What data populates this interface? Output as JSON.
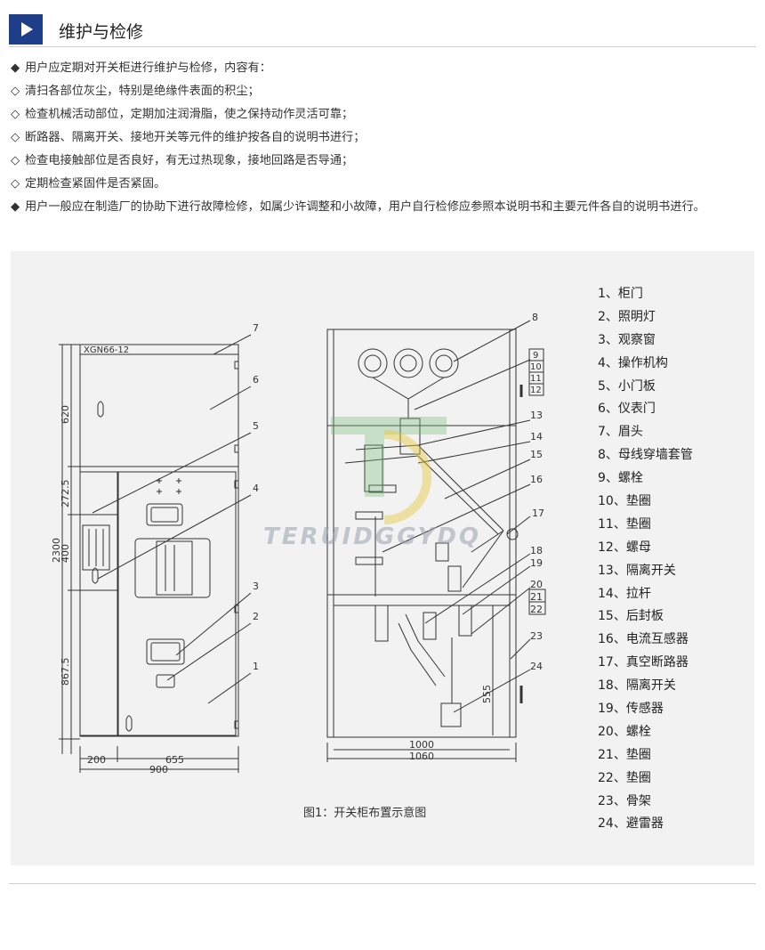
{
  "header": {
    "title": "维护与检修",
    "accent_color": "#1f3e8a",
    "icon": "play-icon"
  },
  "notes": [
    {
      "bullet": "◆",
      "text": "用户应定期对开关柜进行维护与检修，内容有："
    },
    {
      "bullet": "◇",
      "text": "清扫各部位灰尘，特别是绝缘件表面的积尘；"
    },
    {
      "bullet": "◇",
      "text": "检查机械活动部位，定期加注润滑脂，使之保持动作灵活可靠；"
    },
    {
      "bullet": "◇",
      "text": "断路器、隔离开关、接地开关等元件的维护按各自的说明书进行；"
    },
    {
      "bullet": "◇",
      "text": "检查电接触部位是否良好，有无过热现象，接地回路是否导通；"
    },
    {
      "bullet": "◇",
      "text": "定期检查紧固件是否紧固。"
    },
    {
      "bullet": "◆",
      "text": "用户一般应在制造厂的协助下进行故障检修，如属少许调整和小故障，用户自行检修应参照本说明书和主要元件各自的说明书进行。"
    }
  ],
  "figure": {
    "caption": "图1：开关柜布置示意图",
    "watermark": "TERUIDGGYDQ",
    "front_view": {
      "model_label": "XGN66-12",
      "dimensions": [
        "620",
        "272.5",
        "400",
        "867.5",
        "2300",
        "200",
        "655",
        "900"
      ],
      "callouts": [
        "7",
        "6",
        "5",
        "4",
        "3",
        "2",
        "1"
      ]
    },
    "side_view": {
      "dimensions": [
        "555",
        "1000",
        "1060"
      ],
      "callouts": [
        "8",
        "9",
        "10",
        "11",
        "12",
        "13",
        "14",
        "15",
        "16",
        "17",
        "18",
        "19",
        "20",
        "21",
        "22",
        "23",
        "24"
      ]
    },
    "legend": [
      "1、柜门",
      "2、照明灯",
      "3、观察窗",
      "4、操作机构",
      "5、小门板",
      "6、仪表门",
      "7、眉头",
      "8、母线穿墙套管",
      "9、螺栓",
      "10、垫圈",
      "11、垫圈",
      "12、螺母",
      "13、隔离开关",
      "14、拉杆",
      "15、后封板",
      "16、电流互感器",
      "17、真空断路器",
      "18、隔离开关",
      "19、传感器",
      "20、螺栓",
      "21、垫圈",
      "22、垫圈",
      "23、骨架",
      "24、避雷器"
    ]
  }
}
